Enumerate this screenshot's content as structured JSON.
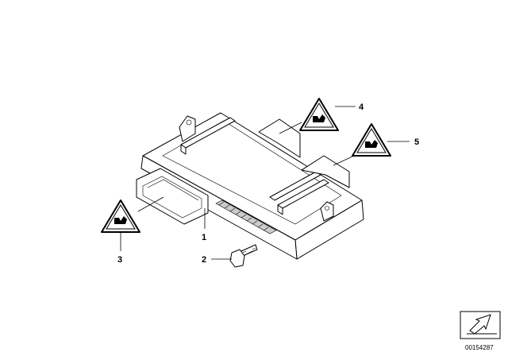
{
  "callouts": {
    "module": "1",
    "screw": "2",
    "label_left": "3",
    "label_top": "4",
    "label_right": "5"
  },
  "document_number": "00154287",
  "icons": {
    "warning_labels": "esd-warning-triangle-icon",
    "corner": "diagram-corner-arrow-icon"
  },
  "colors": {
    "line": "#000000",
    "background": "#ffffff",
    "connector_fill": "#cccccc"
  }
}
